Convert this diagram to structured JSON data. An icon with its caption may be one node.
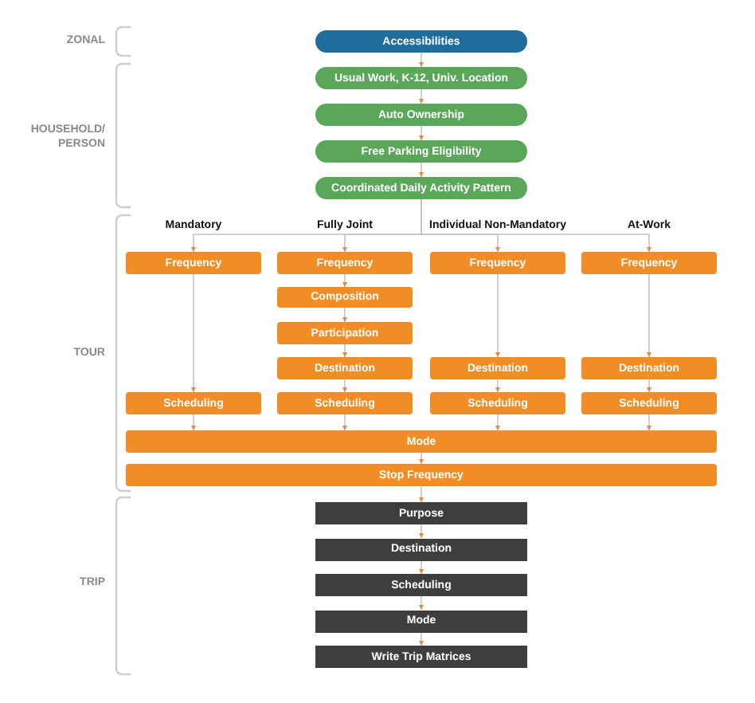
{
  "diagram": {
    "nodes": [
      {
        "text": [
          "Accessibilities"
        ]
      },
      {
        "text": [
          "Usual Work, K-12, Univ. Location"
        ]
      },
      {
        "text": [
          "Auto Ownership"
        ]
      },
      {
        "text": [
          "Free Parking Eligibility"
        ]
      },
      {
        "text": [
          "Coordinated Daily Activity Pattern"
        ]
      },
      {
        "text": [
          "Frequency"
        ]
      },
      {
        "text": [
          "Frequency"
        ]
      },
      {
        "text": [
          "Frequency"
        ]
      },
      {
        "text": [
          "Frequency"
        ]
      },
      {
        "text": [
          "Composition"
        ]
      },
      {
        "text": [
          "Participation"
        ]
      },
      {
        "text": [
          "Destination"
        ]
      },
      {
        "text": [
          "Destination"
        ]
      },
      {
        "text": [
          "Destination"
        ]
      },
      {
        "text": [
          "Scheduling"
        ]
      },
      {
        "text": [
          "Scheduling"
        ]
      },
      {
        "text": [
          "Scheduling"
        ]
      },
      {
        "text": [
          "Scheduling"
        ]
      },
      {
        "text": [
          "Mode"
        ]
      },
      {
        "text": [
          "Stop Frequency"
        ]
      },
      {
        "text": [
          "Purpose"
        ]
      },
      {
        "text": [
          "Destination"
        ]
      },
      {
        "text": [
          "Scheduling"
        ]
      },
      {
        "text": [
          "Mode"
        ]
      },
      {
        "text": [
          "Write Trip Matrices"
        ]
      }
    ],
    "edges": [
      {
        "from": 0,
        "to": 1,
        "arrow": "to"
      },
      {
        "from": 1,
        "to": 2,
        "arrow": "to"
      },
      {
        "from": 2,
        "to": 3,
        "arrow": "to"
      },
      {
        "from": 3,
        "to": 4,
        "arrow": "to"
      },
      {
        "from": 4,
        "to": 5,
        "arrow": "to"
      },
      {
        "from": 4,
        "to": 6,
        "arrow": "to"
      },
      {
        "from": 4,
        "to": 7,
        "arrow": "to"
      },
      {
        "from": 4,
        "to": 8,
        "arrow": "to"
      },
      {
        "from": 5,
        "to": 14,
        "arrow": "to"
      },
      {
        "from": 6,
        "to": 9,
        "arrow": "to"
      },
      {
        "from": 9,
        "to": 10,
        "arrow": "to"
      },
      {
        "from": 10,
        "to": 11,
        "arrow": "to"
      },
      {
        "from": 11,
        "to": 15,
        "arrow": "to"
      },
      {
        "from": 7,
        "to": 12,
        "arrow": "to"
      },
      {
        "from": 12,
        "to": 16,
        "arrow": "to"
      },
      {
        "from": 8,
        "to": 13,
        "arrow": "to"
      },
      {
        "from": 13,
        "to": 17,
        "arrow": "to"
      },
      {
        "from": 14,
        "to": 18,
        "arrow": "to"
      },
      {
        "from": 15,
        "to": 18,
        "arrow": "to"
      },
      {
        "from": 16,
        "to": 18,
        "arrow": "to"
      },
      {
        "from": 17,
        "to": 18,
        "arrow": "to"
      },
      {
        "from": 18,
        "to": 19,
        "arrow": "to"
      },
      {
        "from": 19,
        "to": 20,
        "arrow": "to"
      },
      {
        "from": 20,
        "to": 21,
        "arrow": "to"
      },
      {
        "from": 21,
        "to": 22,
        "arrow": "to"
      },
      {
        "from": 22,
        "to": 23,
        "arrow": "to"
      },
      {
        "from": 23,
        "to": 24,
        "arrow": "to"
      }
    ],
    "labels": [
      "ZONAL",
      "HOUSEHOLD/ PERSON",
      "Mandatory",
      "Fully Joint",
      "Individual Non-Mandatory",
      "At-Work",
      "TOUR",
      "TRIP"
    ]
  }
}
